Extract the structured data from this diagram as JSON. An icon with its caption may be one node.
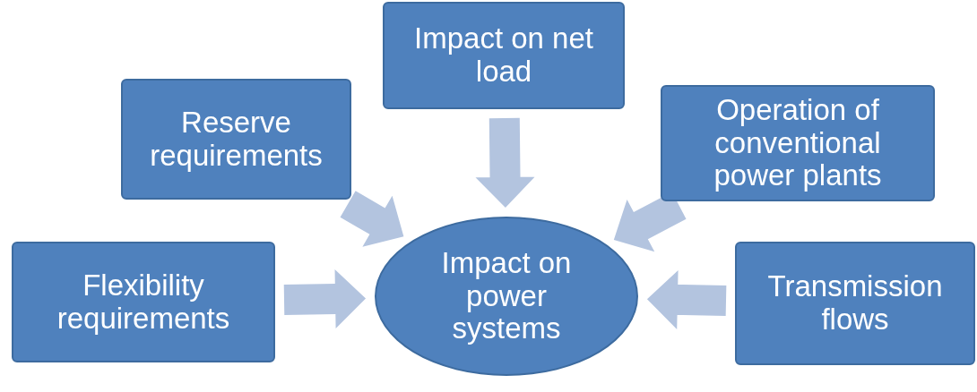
{
  "diagram": {
    "nodes": [
      {
        "text": [
          "Impact on net load"
        ]
      },
      {
        "text": [
          "Reserve requirements"
        ]
      },
      {
        "text": [
          "Operation of conventional power plants"
        ]
      },
      {
        "text": [
          "Flexibility requirements"
        ]
      },
      {
        "text": [
          "Impact on power systems"
        ]
      },
      {
        "text": [
          "Transmission flows"
        ]
      }
    ],
    "edges": [
      {
        "from": 0,
        "to": 4,
        "arrow": "to"
      },
      {
        "from": 1,
        "to": 4,
        "arrow": "to"
      },
      {
        "from": 2,
        "to": 4,
        "arrow": "to"
      },
      {
        "from": 3,
        "to": 4,
        "arrow": "to"
      },
      {
        "from": 5,
        "to": 4,
        "arrow": "to"
      }
    ]
  }
}
